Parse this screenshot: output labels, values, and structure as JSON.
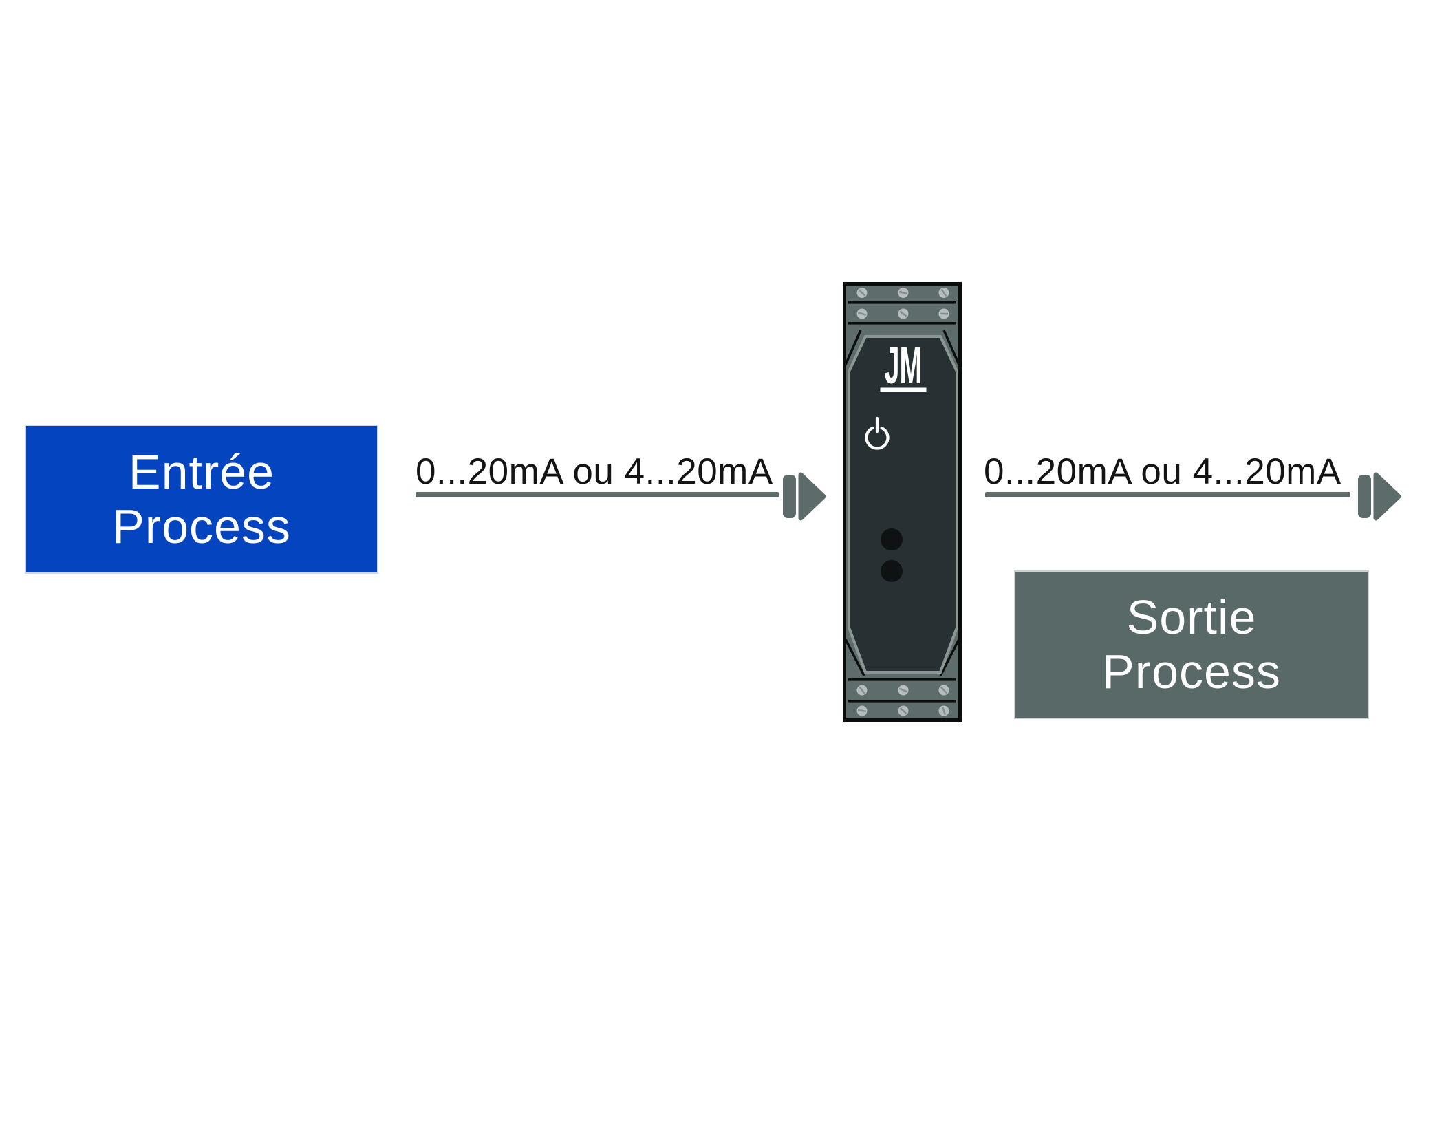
{
  "boxes": {
    "input": {
      "lines": [
        "Entrée",
        "Process"
      ],
      "color": "#0444bf",
      "text_color": "#ffffff"
    },
    "output": {
      "lines": [
        "Sortie",
        "Process"
      ],
      "color": "#596968",
      "text_color": "#ffffff"
    }
  },
  "signals": {
    "input_label": "0...20mA ou 4...20mA",
    "output_label": "0...20mA ou 4...20mA"
  },
  "device": {
    "logo": "JM",
    "icons": [
      "power-icon",
      "indicator-hole",
      "screw-icon"
    ],
    "frame_color": "#5e6d6b",
    "panel_color": "#273133",
    "panel_border_color": "#8b9694"
  },
  "colors": {
    "wire_gray": "#5d6c6a",
    "label_text": "#141414",
    "background": "#ffffff"
  }
}
